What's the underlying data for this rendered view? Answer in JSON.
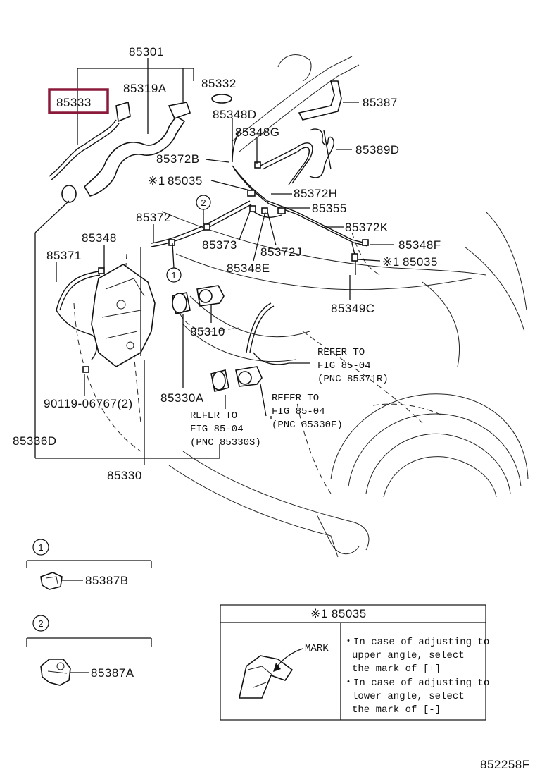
{
  "diagram_id": "852258F",
  "highlight_color": "#8b1a3a",
  "labels": {
    "l85301": "85301",
    "l85333": "85333",
    "l85319A": "85319A",
    "l85332": "85332",
    "l85348D": "85348D",
    "l85387": "85387",
    "l85348G": "85348G",
    "l85389D": "85389D",
    "l85372B": "85372B",
    "l85035a": "85035",
    "l85372H": "85372H",
    "l85355": "85355",
    "l85372": "85372",
    "l85372K": "85372K",
    "l85348": "85348",
    "l85373": "85373",
    "l85372J": "85372J",
    "l85348F": "85348F",
    "l85371": "85371",
    "l85348E": "85348E",
    "l85035b": "85035",
    "l85349C": "85349C",
    "l85310": "85310",
    "l90119": "90119-06767(2)",
    "l85330A": "85330A",
    "l85336D": "85336D",
    "l85330": "85330",
    "l85387B": "85387B",
    "l85387A": "85387A"
  },
  "refs": {
    "r1_line1": "REFER TO",
    "r1_line2": "FIG 85-04",
    "r1_line3": "(PNC 85371R)",
    "r2_line1": "REFER TO",
    "r2_line2": "FIG 85-04",
    "r2_line3": "(PNC 85330F)",
    "r3_line1": "REFER TO",
    "r3_line2": "FIG 85-04",
    "r3_line3": "(PNC 85330S)"
  },
  "markers": {
    "note_mark": "※1",
    "circle1": "1",
    "circle2": "2"
  },
  "detail_box": {
    "title": "※1 85035",
    "mark_label": "MARK",
    "lines": [
      "・In case of adjusting to",
      "upper angle, select",
      "the mark of [+]",
      "・In case of adjusting to",
      "lower angle, select",
      "the mark of [-]"
    ]
  }
}
